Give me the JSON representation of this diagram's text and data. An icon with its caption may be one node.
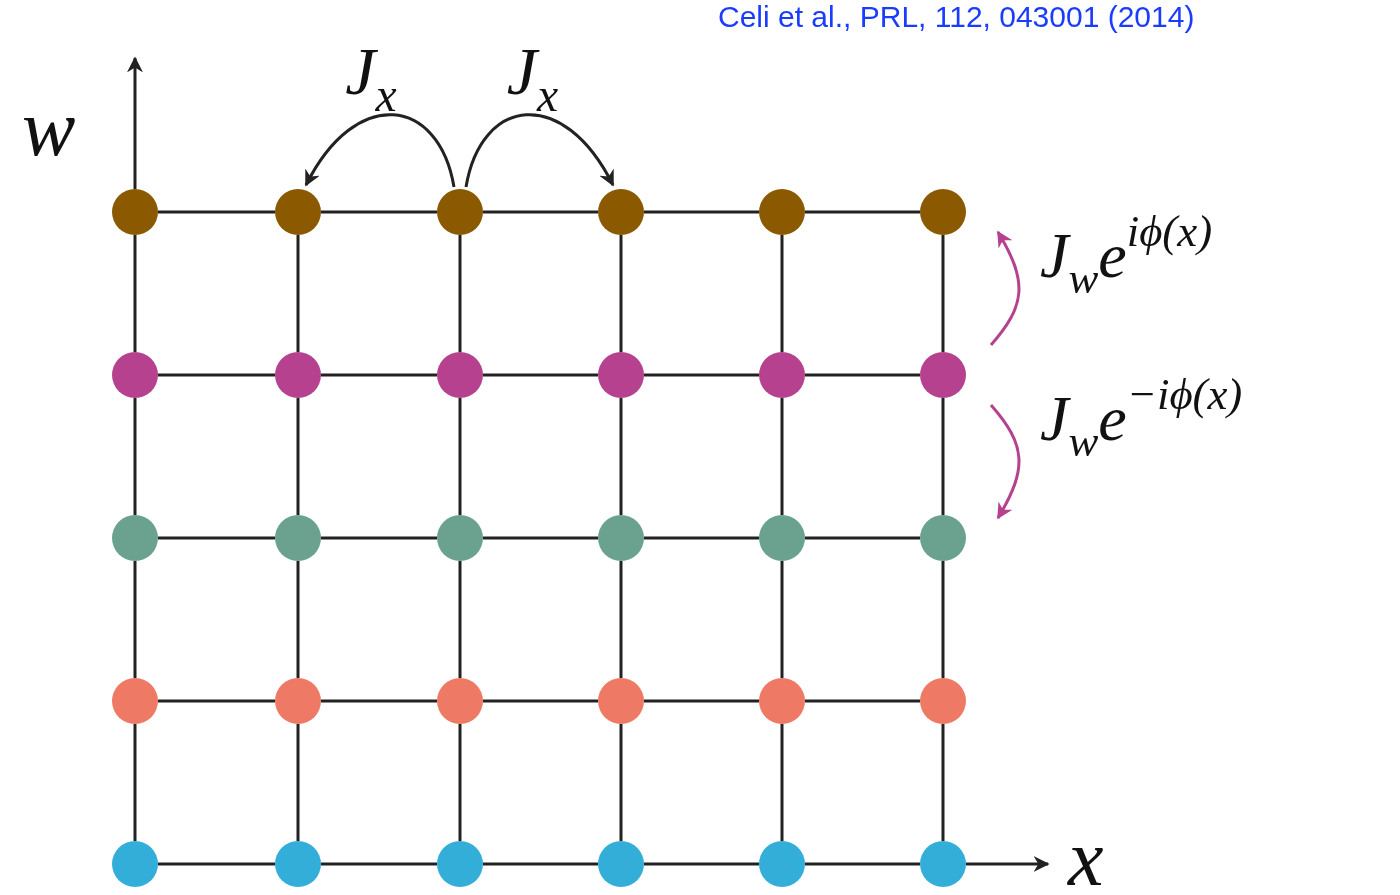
{
  "diagram": {
    "nodes": [
      {
        "text": [],
        "shape": "circle"
      },
      {
        "text": [],
        "shape": "circle"
      },
      {
        "text": [],
        "shape": "circle"
      },
      {
        "text": [],
        "shape": "circle"
      },
      {
        "text": [],
        "shape": "circle"
      },
      {
        "text": [],
        "shape": "circle"
      },
      {
        "text": [],
        "shape": "circle"
      },
      {
        "text": [],
        "shape": "circle"
      },
      {
        "text": [],
        "shape": "circle"
      },
      {
        "text": [],
        "shape": "circle"
      },
      {
        "text": [],
        "shape": "circle"
      },
      {
        "text": [],
        "shape": "circle"
      },
      {
        "text": [],
        "shape": "circle"
      },
      {
        "text": [],
        "shape": "circle"
      },
      {
        "text": [],
        "shape": "circle"
      },
      {
        "text": [],
        "shape": "circle"
      },
      {
        "text": [],
        "shape": "circle"
      },
      {
        "text": [],
        "shape": "circle"
      },
      {
        "text": [],
        "shape": "circle"
      },
      {
        "text": [],
        "shape": "circle"
      },
      {
        "text": [],
        "shape": "circle"
      },
      {
        "text": [],
        "shape": "circle"
      },
      {
        "text": [],
        "shape": "circle"
      },
      {
        "text": [],
        "shape": "circle"
      },
      {
        "text": [],
        "shape": "circle"
      },
      {
        "text": [],
        "shape": "circle"
      },
      {
        "text": [],
        "shape": "circle"
      },
      {
        "text": [],
        "shape": "circle"
      },
      {
        "text": [],
        "shape": "circle"
      },
      {
        "text": [],
        "shape": "circle"
      }
    ],
    "edges": [
      {
        "from": 0,
        "to": 1,
        "arrow": "none"
      },
      {
        "from": 1,
        "to": 2,
        "arrow": "none"
      },
      {
        "from": 2,
        "to": 3,
        "arrow": "none"
      },
      {
        "from": 3,
        "to": 4,
        "arrow": "none"
      },
      {
        "from": 4,
        "to": 5,
        "arrow": "none"
      },
      {
        "from": 6,
        "to": 7,
        "arrow": "none"
      },
      {
        "from": 7,
        "to": 8,
        "arrow": "none"
      },
      {
        "from": 8,
        "to": 9,
        "arrow": "none"
      },
      {
        "from": 9,
        "to": 10,
        "arrow": "none"
      },
      {
        "from": 10,
        "to": 11,
        "arrow": "none"
      },
      {
        "from": 12,
        "to": 13,
        "arrow": "none"
      },
      {
        "from": 13,
        "to": 14,
        "arrow": "none"
      },
      {
        "from": 14,
        "to": 15,
        "arrow": "none"
      },
      {
        "from": 15,
        "to": 16,
        "arrow": "none"
      },
      {
        "from": 16,
        "to": 17,
        "arrow": "none"
      },
      {
        "from": 18,
        "to": 19,
        "arrow": "none"
      },
      {
        "from": 19,
        "to": 20,
        "arrow": "none"
      },
      {
        "from": 20,
        "to": 21,
        "arrow": "none"
      },
      {
        "from": 21,
        "to": 22,
        "arrow": "none"
      },
      {
        "from": 22,
        "to": 23,
        "arrow": "none"
      },
      {
        "from": 24,
        "to": 25,
        "arrow": "none"
      },
      {
        "from": 25,
        "to": 26,
        "arrow": "none"
      },
      {
        "from": 26,
        "to": 27,
        "arrow": "none"
      },
      {
        "from": 27,
        "to": 28,
        "arrow": "none"
      },
      {
        "from": 28,
        "to": 29,
        "arrow": "none"
      },
      {
        "from": 0,
        "to": 6,
        "arrow": "none"
      },
      {
        "from": 6,
        "to": 12,
        "arrow": "none"
      },
      {
        "from": 12,
        "to": 18,
        "arrow": "none"
      },
      {
        "from": 18,
        "to": 24,
        "arrow": "none"
      },
      {
        "from": 1,
        "to": 7,
        "arrow": "none"
      },
      {
        "from": 7,
        "to": 13,
        "arrow": "none"
      },
      {
        "from": 13,
        "to": 19,
        "arrow": "none"
      },
      {
        "from": 19,
        "to": 25,
        "arrow": "none"
      },
      {
        "from": 2,
        "to": 8,
        "arrow": "none"
      },
      {
        "from": 8,
        "to": 14,
        "arrow": "none"
      },
      {
        "from": 14,
        "to": 20,
        "arrow": "none"
      },
      {
        "from": 20,
        "to": 26,
        "arrow": "none"
      },
      {
        "from": 3,
        "to": 9,
        "arrow": "none"
      },
      {
        "from": 9,
        "to": 15,
        "arrow": "none"
      },
      {
        "from": 15,
        "to": 21,
        "arrow": "none"
      },
      {
        "from": 21,
        "to": 27,
        "arrow": "none"
      },
      {
        "from": 4,
        "to": 10,
        "arrow": "none"
      },
      {
        "from": 10,
        "to": 16,
        "arrow": "none"
      },
      {
        "from": 16,
        "to": 22,
        "arrow": "none"
      },
      {
        "from": 22,
        "to": 28,
        "arrow": "none"
      },
      {
        "from": 5,
        "to": 11,
        "arrow": "none"
      },
      {
        "from": 11,
        "to": 17,
        "arrow": "none"
      },
      {
        "from": 17,
        "to": 23,
        "arrow": "none"
      },
      {
        "from": 23,
        "to": 29,
        "arrow": "none"
      },
      {
        "from": 2,
        "to": 1,
        "arrow": "to",
        "label": "J$_{x}$"
      },
      {
        "from": 2,
        "to": 3,
        "arrow": "to",
        "label": "J$_{x}$"
      },
      {
        "from": 11,
        "to": 5,
        "arrow": "to",
        "label": "J$_{w}$e$^{iϕ(x)}$",
        "color": "#b5418f"
      },
      {
        "from": 11,
        "to": 17,
        "arrow": "to",
        "label": "J$_{w}$e$^{−iϕ(x)}$",
        "color": "#b5418f"
      }
    ],
    "labels": [
      "Celi et al., PRL, 112, 043001 (2014)",
      "w",
      "x"
    ]
  }
}
